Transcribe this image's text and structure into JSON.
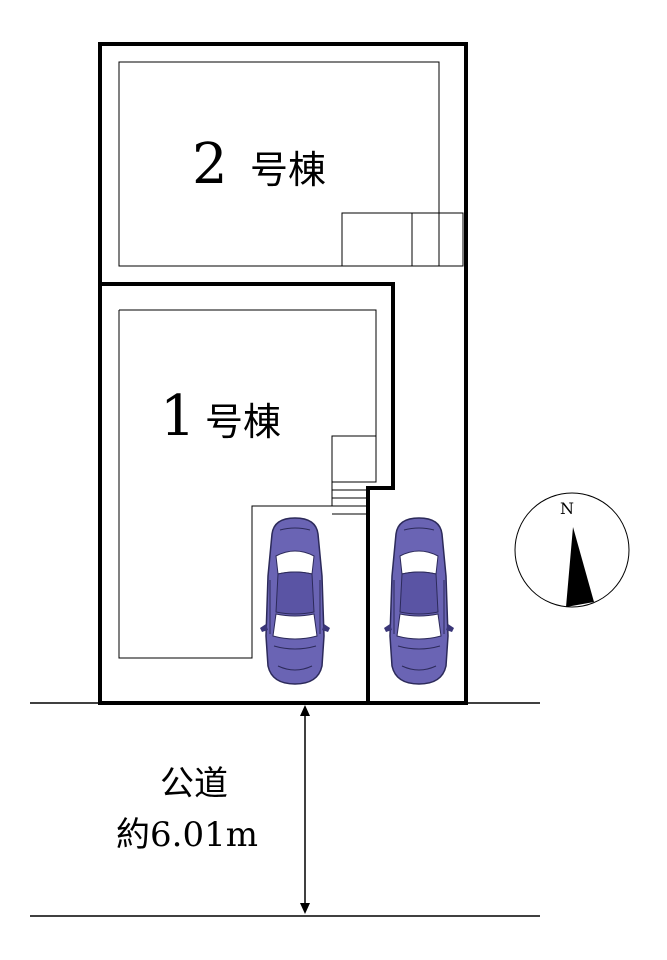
{
  "lots": [
    {
      "number": "2",
      "suffix": "号棟"
    },
    {
      "number": "1",
      "suffix": "号棟"
    }
  ],
  "road": {
    "label": "公道",
    "width": "約6.01m"
  },
  "compass": {
    "north_label": "N"
  },
  "colors": {
    "car_body": "#6a64b4",
    "car_dark": "#3a3678",
    "car_glass": "#ffffff",
    "line": "#000000"
  },
  "cars": [
    {
      "name": "car-1"
    },
    {
      "name": "car-2"
    }
  ]
}
